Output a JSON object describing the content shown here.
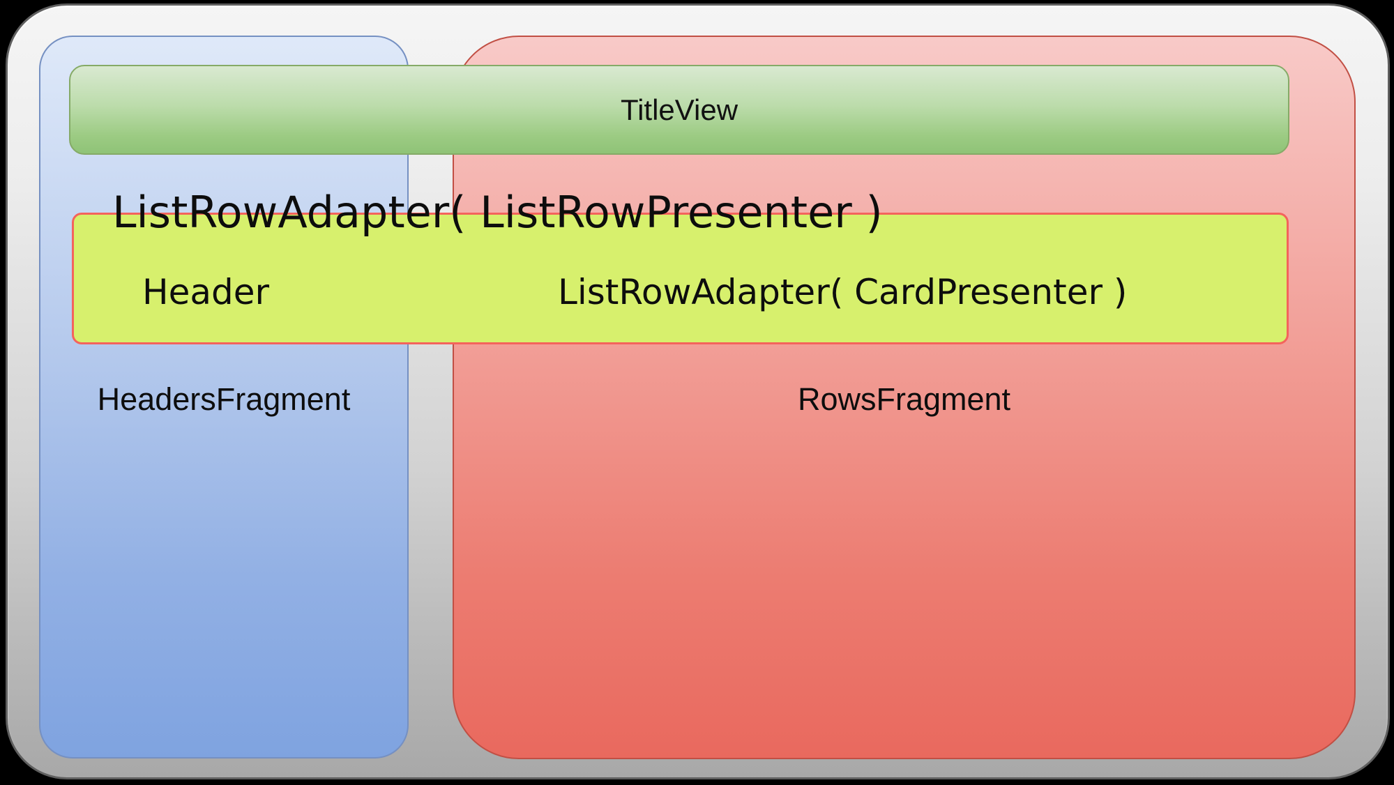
{
  "diagram": {
    "labels": {
      "title_view": "TitleView",
      "list_row_adapter_list_presenter": "ListRowAdapter( ListRowPresenter )",
      "header": "Header",
      "list_row_adapter_card_presenter": "ListRowAdapter( CardPresenter )",
      "headers_fragment": "HeadersFragment",
      "rows_fragment": "RowsFragment"
    },
    "colors": {
      "background": "#000000",
      "frame_top": "#f5f5f5",
      "frame_bottom": "#a8a8a8",
      "frame_border": "#5f5f5f",
      "headers_panel_top": "#dfe9f9",
      "headers_panel_bottom": "#7fa3e0",
      "headers_panel_border": "#7590c2",
      "rows_panel_top": "#f8cac8",
      "rows_panel_bottom": "#e9695e",
      "rows_panel_border": "#c14f44",
      "title_bar_top": "#d9e9d1",
      "title_bar_bottom": "#8fc377",
      "title_bar_border": "#85aa67",
      "list_row_bar_fill": "#d7f06d",
      "list_row_bar_border": "#f4635c",
      "text": "#0d0d0d"
    }
  }
}
